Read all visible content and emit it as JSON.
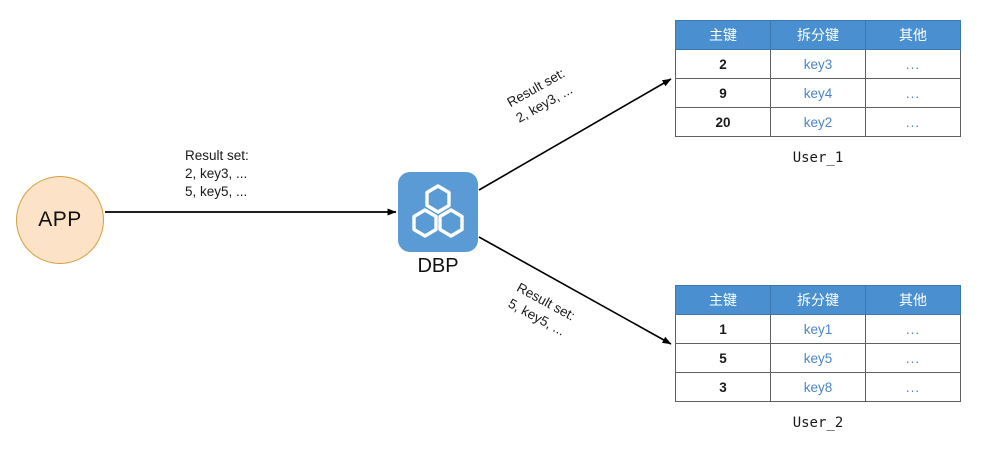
{
  "nodes": {
    "app": {
      "label": "APP",
      "fill": "#FCE2C6",
      "stroke": "#D4A13C"
    },
    "dbp": {
      "label": "DBP",
      "fill": "#5B9BD5",
      "icon": "three-hexagons-icon"
    }
  },
  "notes": {
    "app_to_dbp": "Result set:\n2, key3, ...\n5, key5, ...",
    "dbp_to_user1": "Result set:\n2, key3, ...",
    "dbp_to_user2": "Result set:\n5, key5, ..."
  },
  "tables": [
    {
      "id": "user1",
      "caption": "User_1",
      "headers": [
        "主键",
        "拆分键",
        "其他"
      ],
      "rows": [
        [
          "2",
          "key3",
          "..."
        ],
        [
          "9",
          "key4",
          "..."
        ],
        [
          "20",
          "key2",
          "..."
        ]
      ]
    },
    {
      "id": "user2",
      "caption": "User_2",
      "headers": [
        "主键",
        "拆分键",
        "其他"
      ],
      "rows": [
        [
          "1",
          "key1",
          "..."
        ],
        [
          "5",
          "key5",
          "..."
        ],
        [
          "3",
          "key8",
          "..."
        ]
      ]
    }
  ],
  "colors": {
    "header_blue": "#4A90D0",
    "node_blue": "#5B9BD5",
    "key_text_blue": "#4A86C8",
    "app_fill": "#FCE2C6",
    "app_stroke": "#D4A13C",
    "arrow": "#000000",
    "border_gray": "#5f5f5f"
  }
}
